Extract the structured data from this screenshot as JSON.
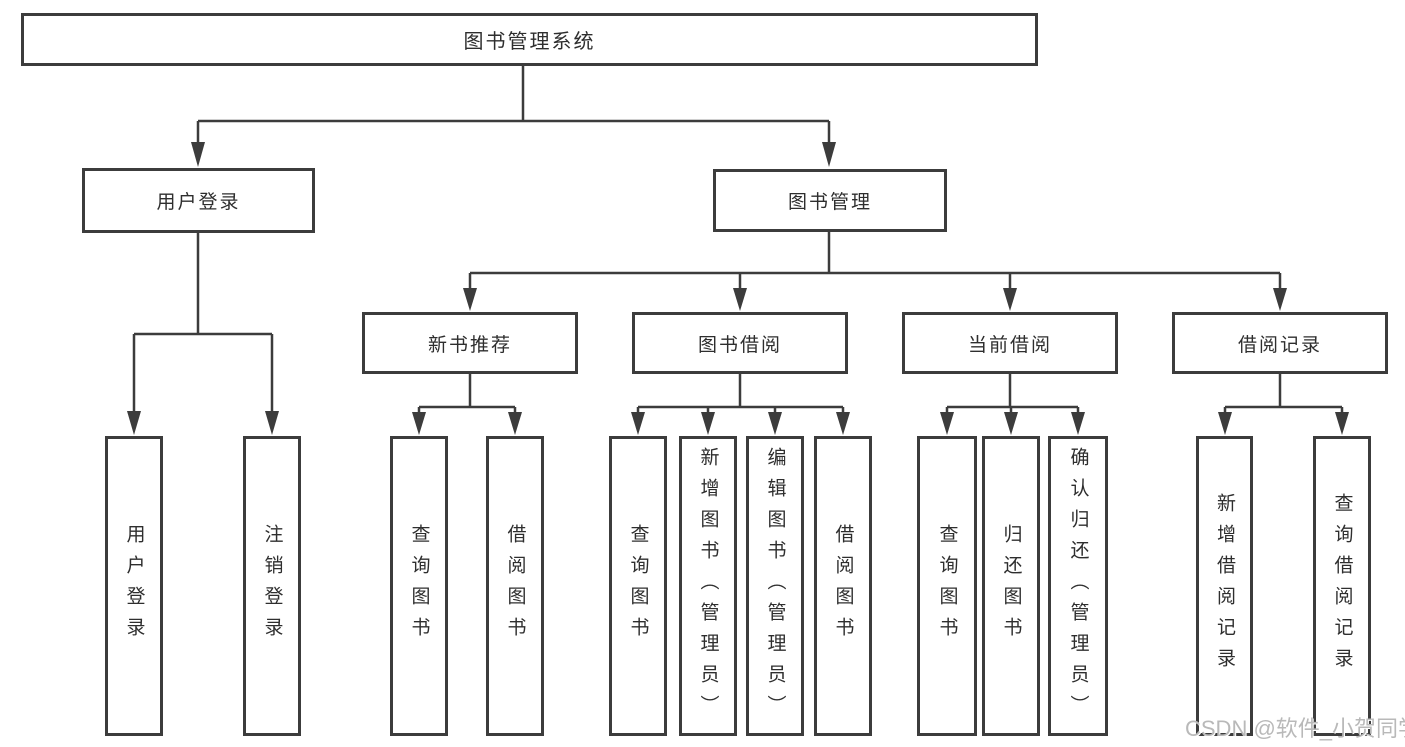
{
  "diagram": {
    "type": "hierarchy-diagram",
    "root": {
      "label": "图书管理系统"
    },
    "branches": [
      {
        "label": "用户登录",
        "children": [
          {
            "label": "用户登录"
          },
          {
            "label": "注销登录"
          }
        ]
      },
      {
        "label": "图书管理",
        "children": [
          {
            "label": "新书推荐",
            "children": [
              {
                "label": "查询图书"
              },
              {
                "label": "借阅图书"
              }
            ]
          },
          {
            "label": "图书借阅",
            "children": [
              {
                "label": "查询图书"
              },
              {
                "label": "新增图书（管理员）"
              },
              {
                "label": "编辑图书（管理员）"
              },
              {
                "label": "借阅图书"
              }
            ]
          },
          {
            "label": "当前借阅",
            "children": [
              {
                "label": "查询图书"
              },
              {
                "label": "归还图书"
              },
              {
                "label": "确认归还（管理员）"
              }
            ]
          },
          {
            "label": "借阅记录",
            "children": [
              {
                "label": "新增借阅记录"
              },
              {
                "label": "查询借阅记录"
              }
            ]
          }
        ]
      }
    ]
  },
  "watermark": {
    "text": "CSDN @软件_小贺同学",
    "color": "#b9b9b9"
  },
  "colors": {
    "background": "#ffffff",
    "box_border": "#3c3c3c",
    "line": "#3c3c3c",
    "text": "#2e2e2e"
  }
}
